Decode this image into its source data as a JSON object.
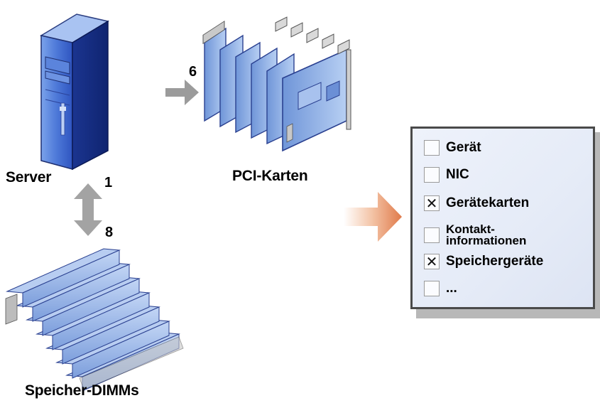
{
  "labels": {
    "server": "Server",
    "pci": "PCI-Karten",
    "dimms": "Speicher-DIMMs"
  },
  "numbers": {
    "server": "1",
    "pci": "6",
    "dimms": "8"
  },
  "checklist": {
    "items": [
      {
        "label": "Gerät",
        "checked": false,
        "mark": ""
      },
      {
        "label": "NIC",
        "checked": false,
        "mark": ""
      },
      {
        "label": "Gerätekarten",
        "checked": true,
        "mark": "✕"
      },
      {
        "label": "Kontakt-",
        "label2": "informationen",
        "checked": false,
        "mark": ""
      },
      {
        "label": "Speichergeräte",
        "checked": true,
        "mark": "✕"
      },
      {
        "label": "...",
        "checked": false,
        "mark": ""
      }
    ]
  },
  "colors": {
    "tower": "#2f55c8",
    "card": "#8fb1e6",
    "dimm": "#9cbbe9",
    "arrow_gray": "#9b9b9b",
    "arrow_orange": "#e58a5e",
    "panel_border": "#4a4a4a"
  }
}
